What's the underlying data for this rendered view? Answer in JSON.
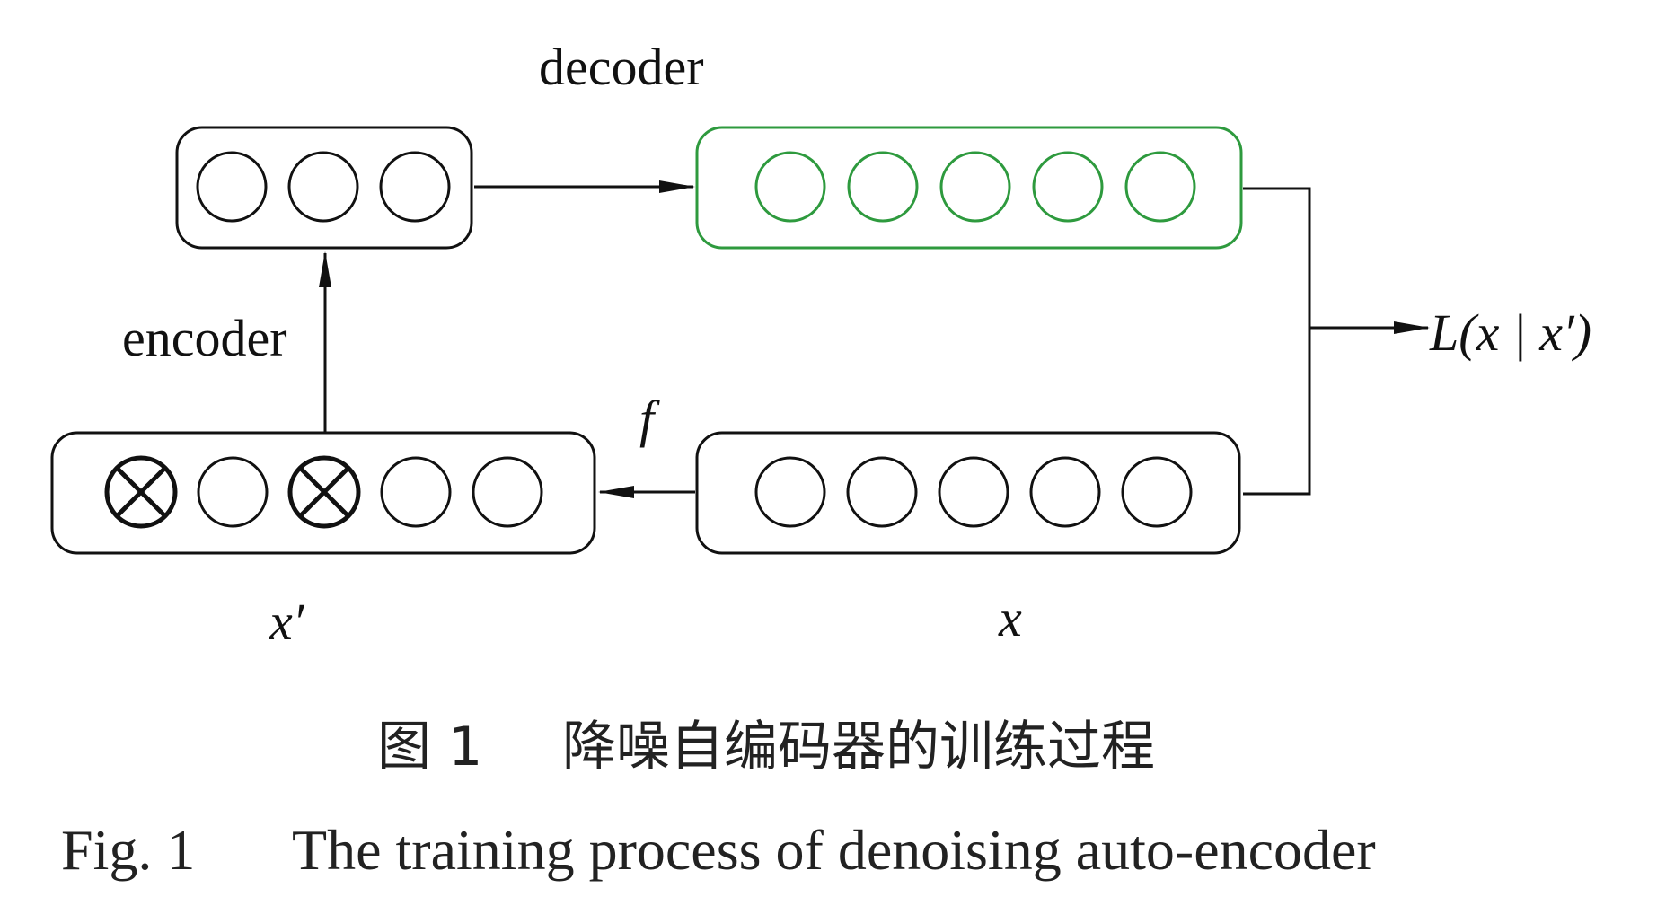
{
  "labels": {
    "decoder": "decoder",
    "encoder": "encoder",
    "corruption": "f",
    "input": "x",
    "corrupted": "x′",
    "loss": "L(x | x′)"
  },
  "layers": {
    "hidden": {
      "units": [
        "node",
        "node",
        "node"
      ]
    },
    "reconstruction": {
      "units": [
        "node",
        "node",
        "node",
        "node",
        "node"
      ]
    },
    "corrupted": {
      "units": [
        "masked",
        "node",
        "masked",
        "node",
        "node"
      ]
    },
    "input": {
      "units": [
        "node",
        "node",
        "node",
        "node",
        "node"
      ]
    }
  },
  "caption": {
    "zh_number": "图 1",
    "zh_text": "降噪自编码器的训练过程",
    "en_number": "Fig. 1",
    "en_text": "The training process of denoising auto-encoder"
  },
  "colors": {
    "stroke": "#111111",
    "reconstruction": "#2e9a3e",
    "corrupted_label": "#e0452b"
  }
}
